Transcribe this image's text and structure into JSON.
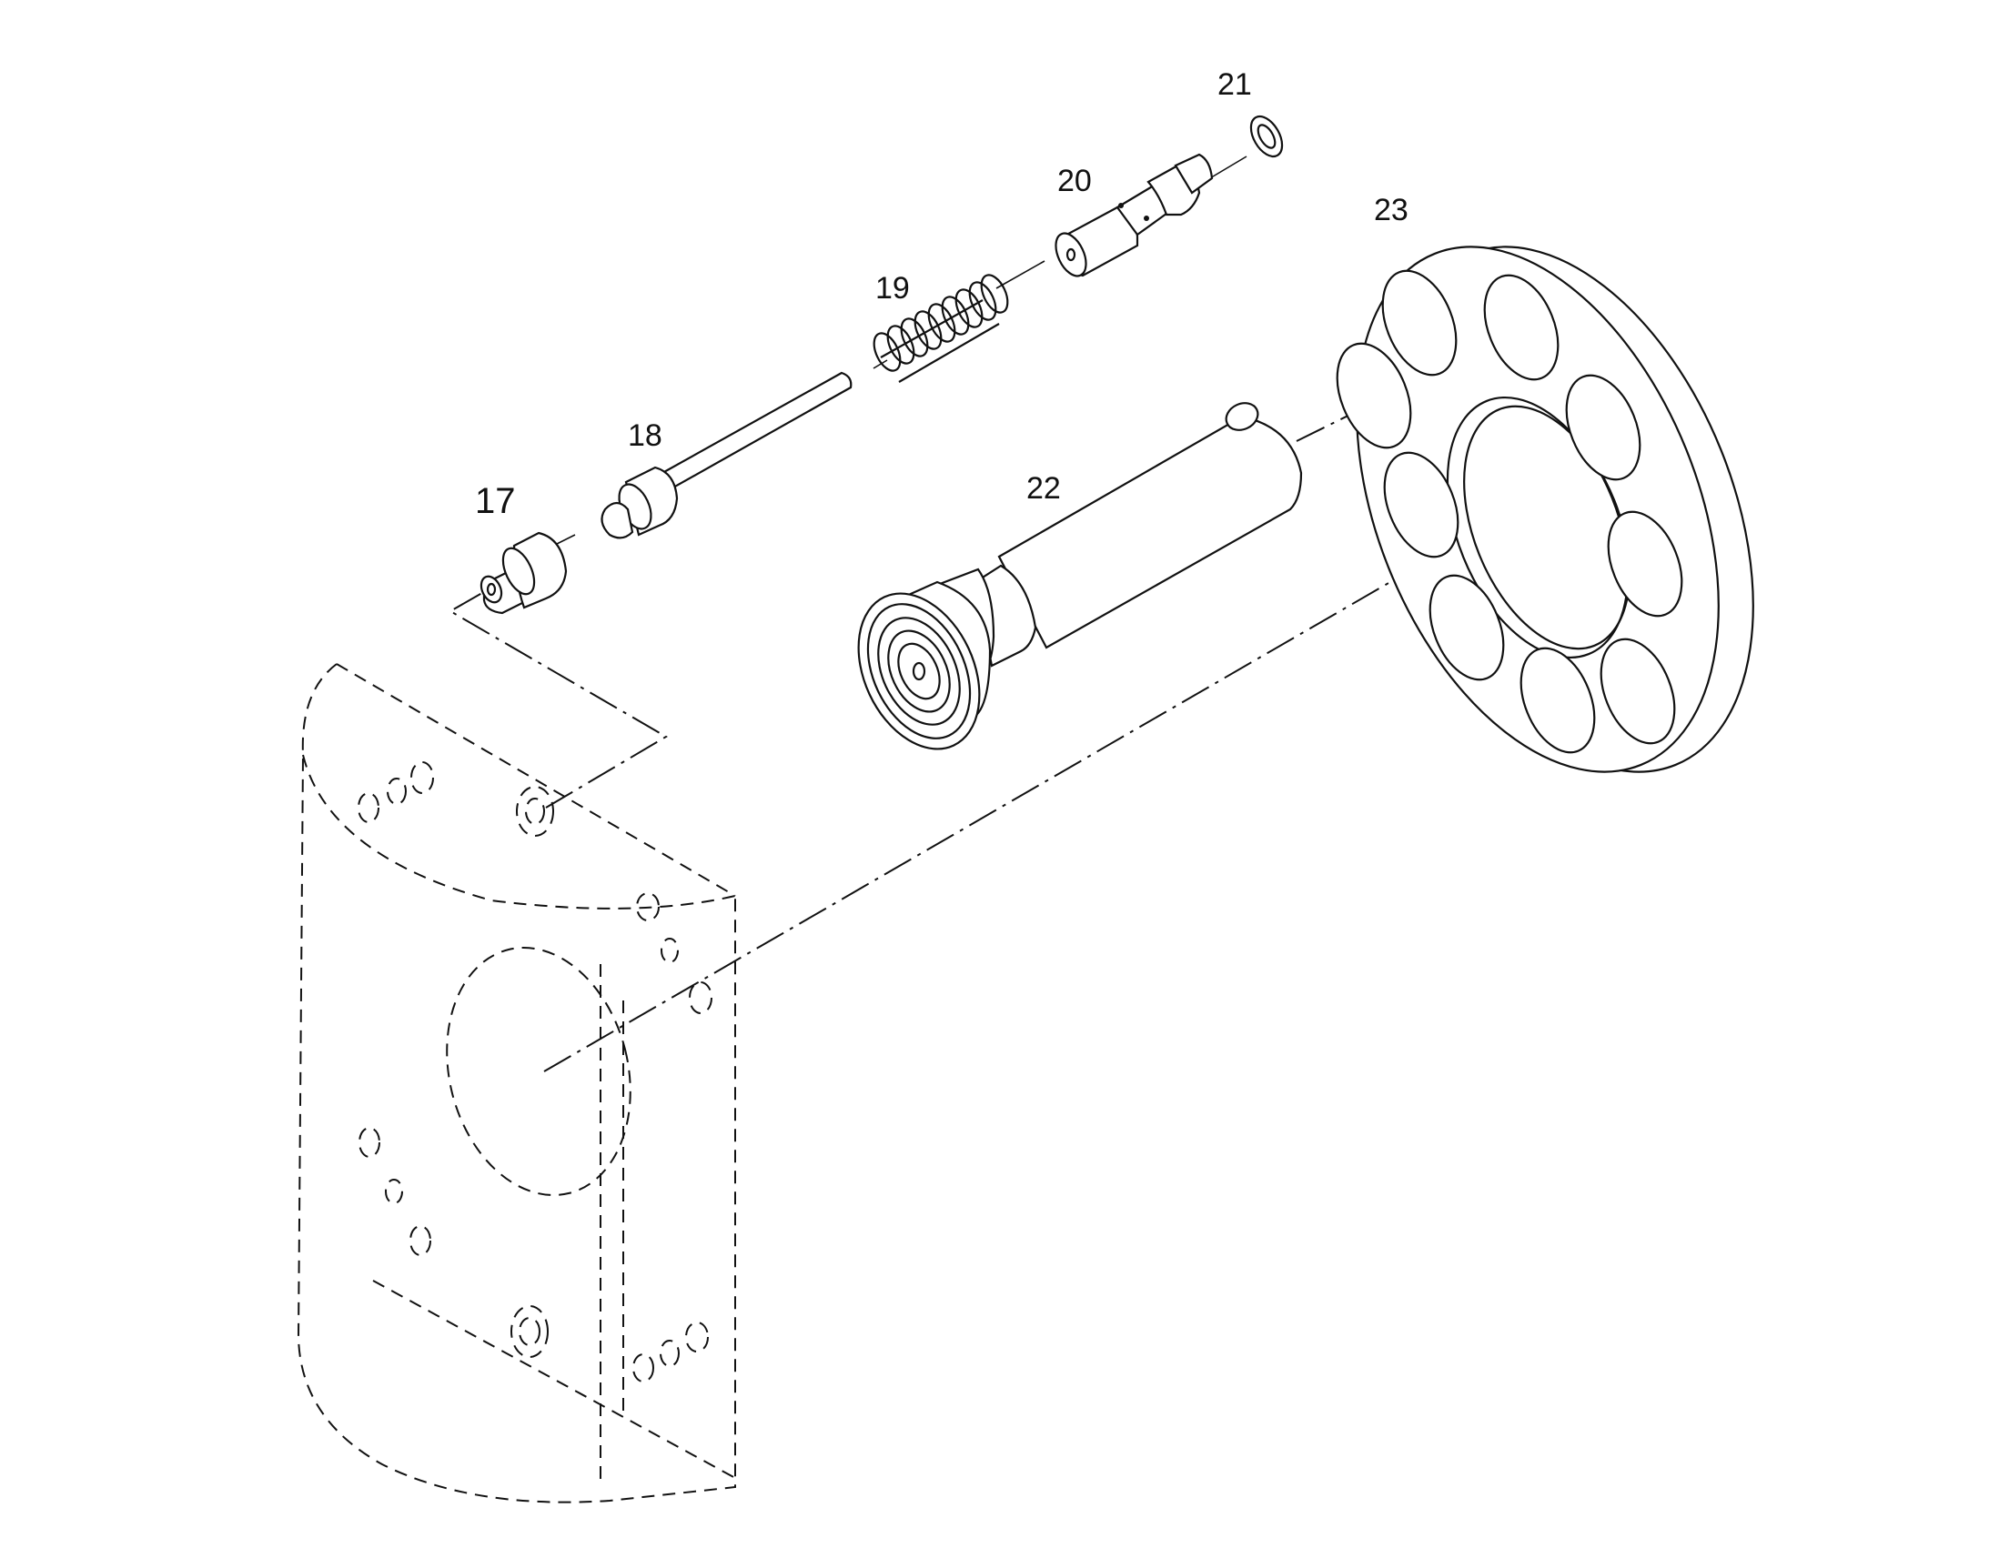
{
  "callouts": {
    "c17": "17",
    "c18": "18",
    "c19": "19",
    "c20": "20",
    "c21": "21",
    "c22": "22",
    "c23": "23"
  },
  "colors": {
    "ink": "#111111",
    "paper": "#ffffff"
  }
}
